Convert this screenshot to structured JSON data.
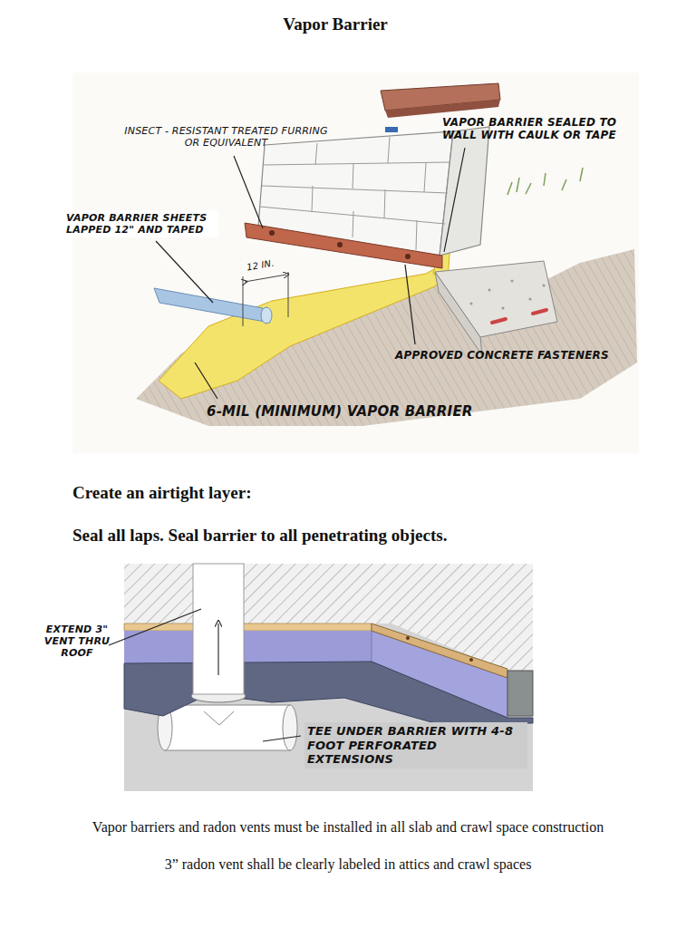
{
  "diagram": {
    "title": "Vapor Barrier",
    "labels": [
      "INSECT - RESISTANT TREATED FURRING OR EQUIVALENT",
      "VAPOR BARRIER SEALED TO WALL WITH CAULK OR TAPE",
      "VAPOR BARRIER SHEETS LAPPED 12\" AND TAPED",
      "12 IN.",
      "APPROVED CONCRETE FASTENERS",
      "6-MIL (MINIMUM) VAPOR BARRIER",
      "Create an airtight layer:",
      "Seal all laps. Seal barrier to all penetrating objects.",
      "EXTEND 3\" VENT THRU ROOF",
      "TEE UNDER BARRIER WITH 4-8 FOOT PERFORATED EXTENSIONS",
      "Vapor barriers and radon vents must be installed in all slab and crawl space construction",
      "3” radon vent shall be clearly labeled in attics and crawl spaces"
    ]
  }
}
